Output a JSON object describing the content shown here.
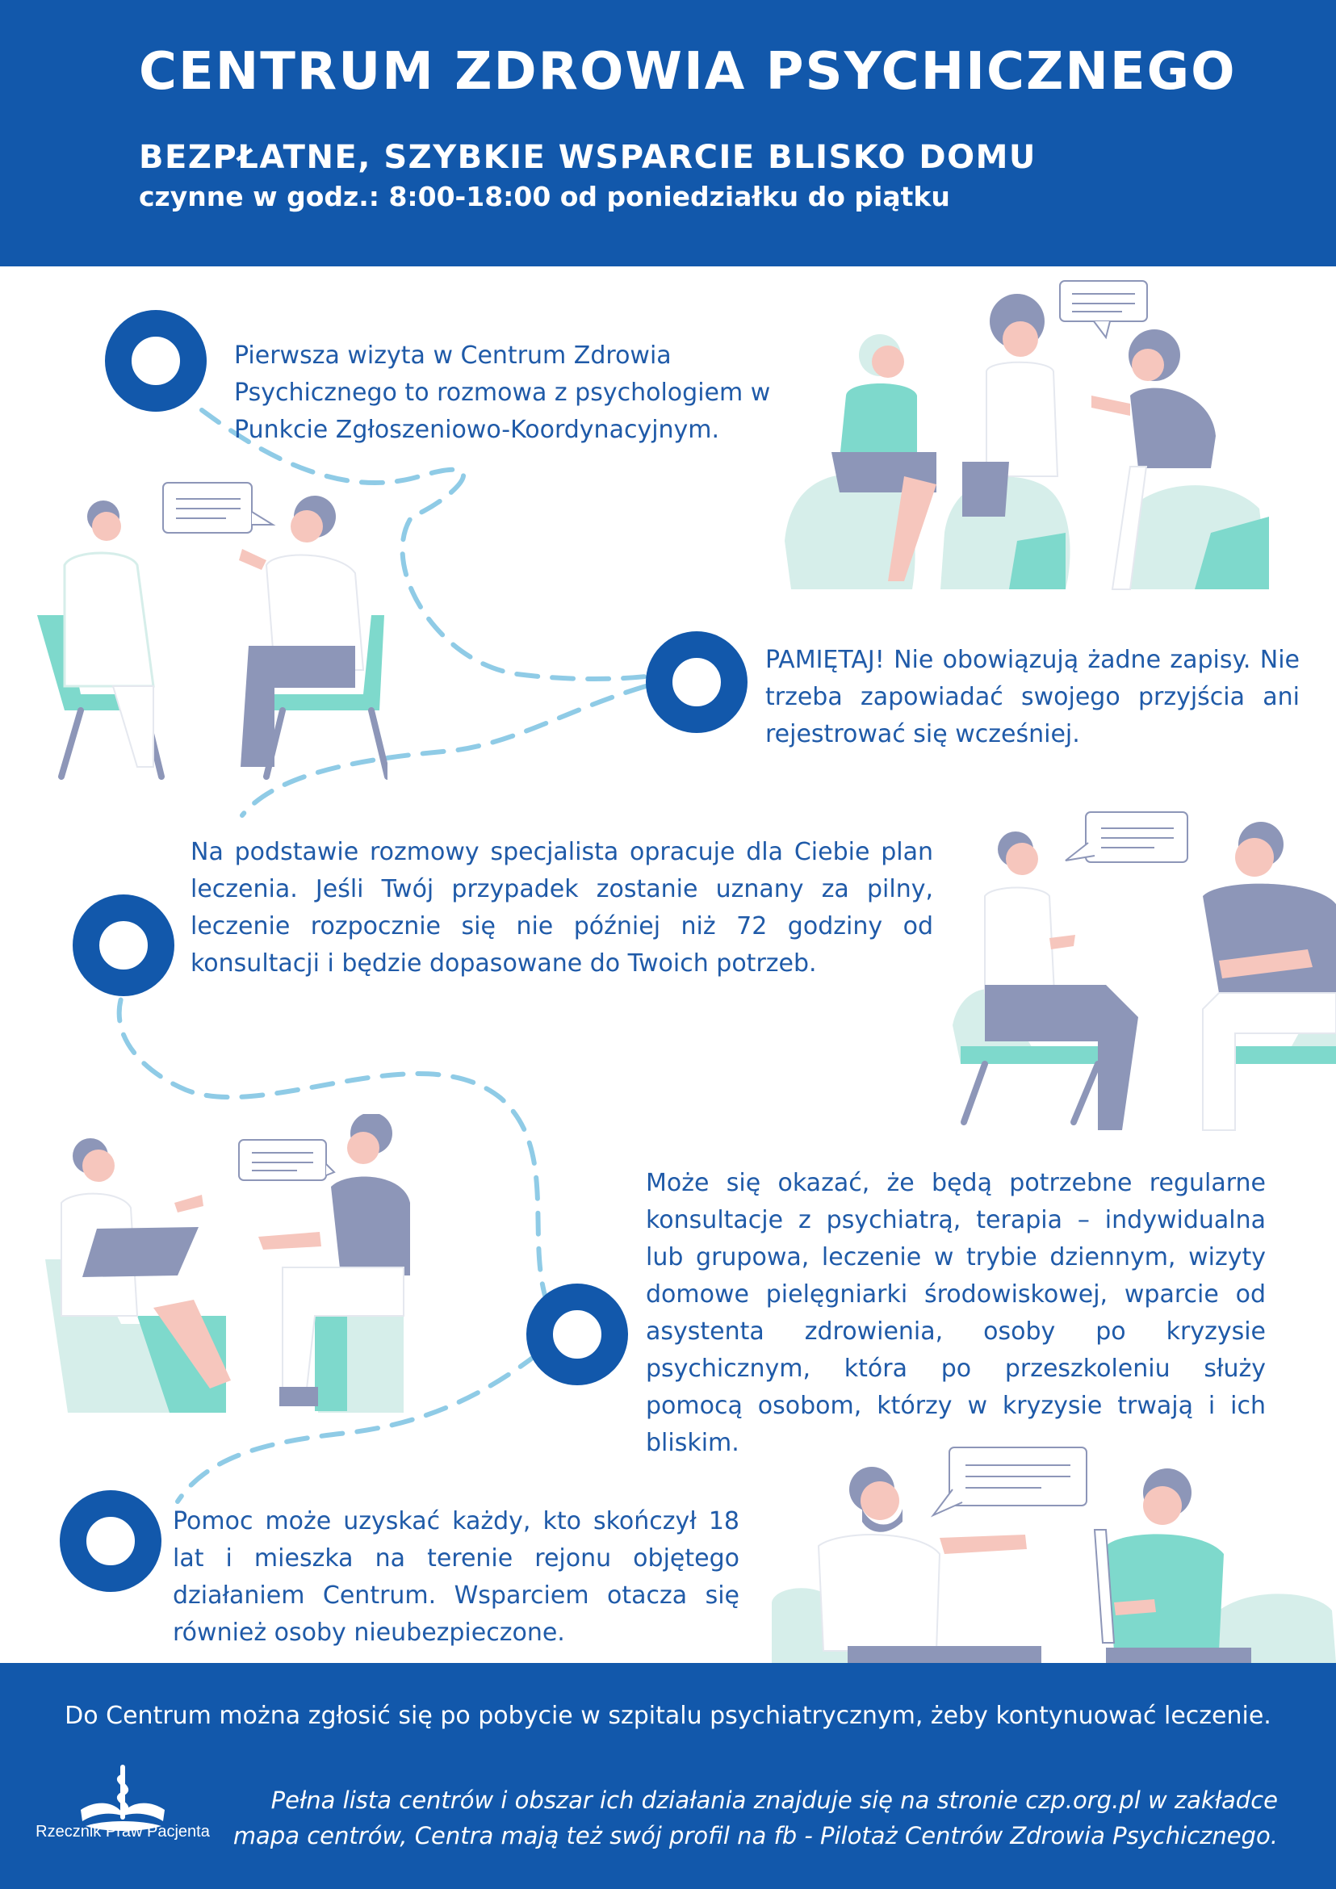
{
  "header": {
    "title": "CENTRUM ZDROWIA PSYCHICZNEGO",
    "subtitle": "BEZPŁATNE, SZYBKIE WSPARCIE BLISKO DOMU",
    "hours": "czynne w godz.: 8:00-18:00 od poniedziałku do piątku"
  },
  "steps": [
    {
      "text": "Pierwsza wizyta w Centrum Zdrowia Psychicznego to rozmowa z psychologiem w Punkcie Zgłoszeniowo-Koordynacyjnym."
    },
    {
      "text": "PAMIĘTAJ! Nie obowiązują żadne zapisy. Nie trzeba zapowiadać swojego przyjścia ani rejestrować się wcześniej."
    },
    {
      "text": "Na podstawie rozmowy specjalista opracuje dla Ciebie plan leczenia. Jeśli Twój przypadek zostanie uznany za pilny, leczenie rozpocznie się nie później niż 72 godziny od konsultacji i będzie dopasowane do Twoich potrzeb."
    },
    {
      "text": "Może się okazać, że będą potrzebne regularne konsultacje z psychiatrą, terapia – indywidualna lub grupowa, leczenie w trybie dziennym, wizyty domowe pielęgniarki środowiskowej, wparcie od asystenta zdrowienia, osoby po kryzysie psychicznym, która po przeszkoleniu służy pomocą osobom, którzy w kryzysie trwają i ich bliskim."
    },
    {
      "text": "Pomoc może uzyskać każdy, kto skończył 18 lat i mieszka na terenie rejonu objętego działaniem Centrum. Wsparciem otacza się również osoby nieubezpieczone."
    }
  ],
  "footer": {
    "note": "Do Centrum można zgłosić się po pobycie w szpitalu psychiatrycznym, żeby kontynuować leczenie.",
    "logo_label": "Rzecznik Praw Pacjenta",
    "info": "Pełna lista centrów i obszar ich działania znajduje się na stronie czp.org.pl w zakładce mapa centrów, Centra mają też swój profil na fb - Pilotaż Centrów Zdrowia Psychicznego."
  },
  "colors": {
    "brand_blue": "#1258ab",
    "text_blue": "#1f5aa8",
    "dashed_path": "#8fcbe6",
    "mint": "#7ed9cc",
    "pale_mint": "#d6eeea",
    "slate": "#8d96b8",
    "skin": "#f6c6bd"
  }
}
